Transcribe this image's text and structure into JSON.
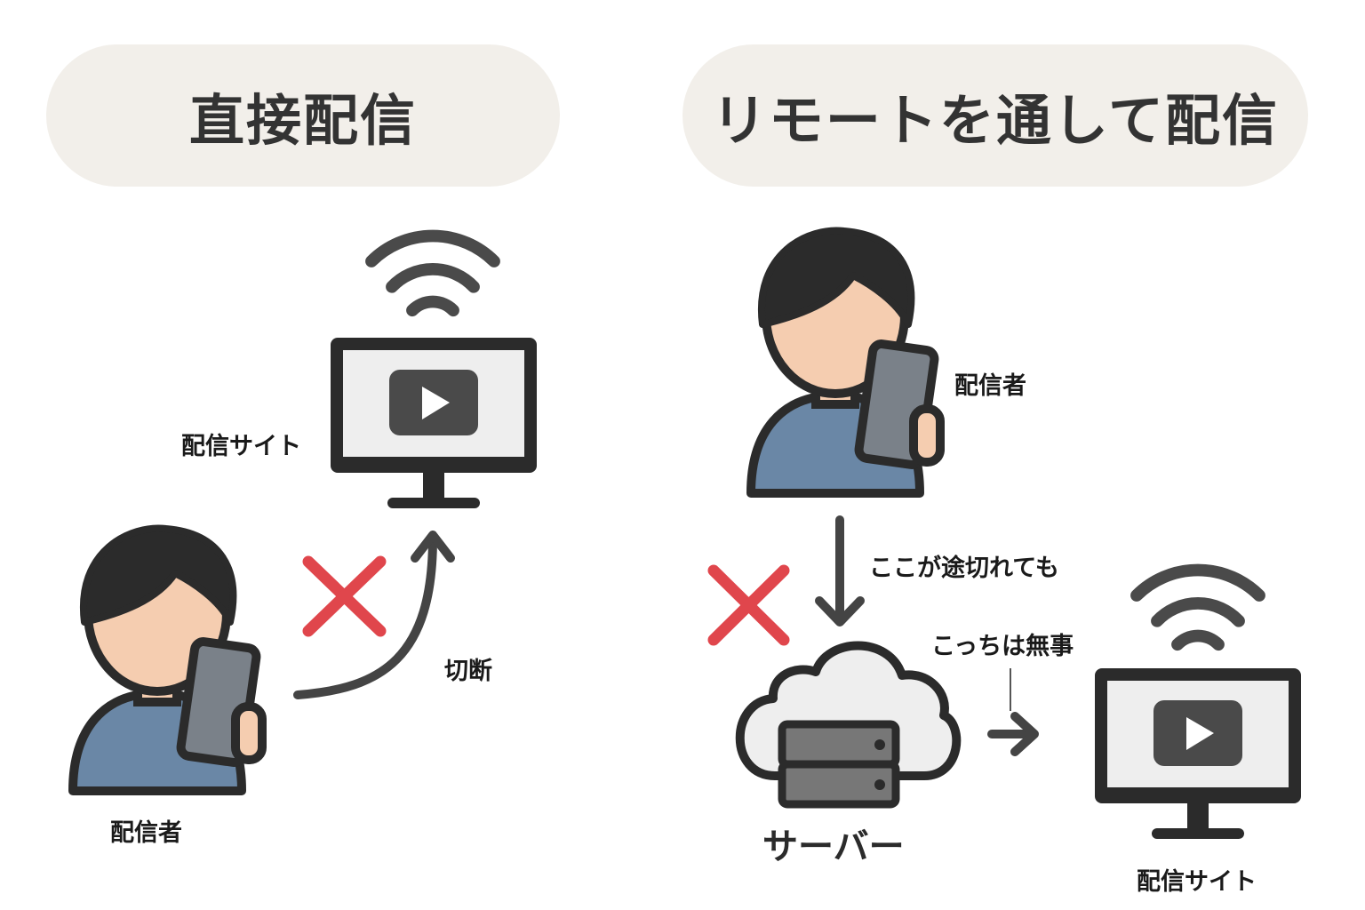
{
  "left_panel": {
    "title": "直接配信",
    "site_label": "配信サイト",
    "broadcaster_label": "配信者",
    "disconnect_label": "切断"
  },
  "right_panel": {
    "title": "リモートを通して配信",
    "broadcaster_label": "配信者",
    "break_note": "ここが途切れても",
    "safe_note": "こっちは無事",
    "server_label": "サーバー",
    "site_label": "配信サイト"
  },
  "colors": {
    "outline": "#2b2b2b",
    "skin": "#f5cdb0",
    "shirt": "#6a87a6",
    "phone": "#7a8189",
    "screen": "#eeeeee",
    "play_button": "#4a4a4a",
    "wifi": "#4a4a4a",
    "cross": "#e0464c",
    "pill_background": "#f2efea"
  },
  "icons": [
    "person-icon",
    "phone-icon",
    "monitor-icon",
    "play-icon",
    "wifi-icon",
    "cross-icon",
    "cloud-icon",
    "server-icon",
    "arrow-icon"
  ]
}
